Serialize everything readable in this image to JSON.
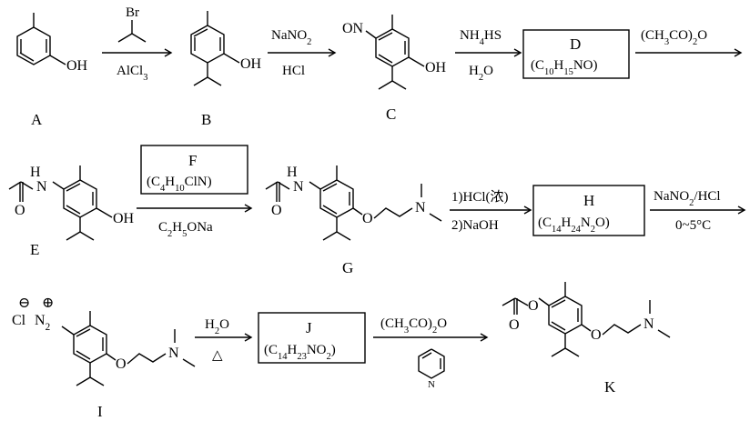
{
  "compounds": {
    "A": {
      "label": "A",
      "groups": [
        "OH"
      ]
    },
    "B": {
      "label": "B",
      "groups": [
        "OH"
      ]
    },
    "C": {
      "label": "C",
      "groups": [
        "ON",
        "OH"
      ]
    },
    "D": {
      "label": "D",
      "formula": "(C10H15NO)"
    },
    "E": {
      "label": "E",
      "groups": [
        "H",
        "N",
        "O",
        "OH"
      ]
    },
    "F": {
      "label": "F",
      "formula": "(C4H10ClN)"
    },
    "G": {
      "label": "G",
      "groups": [
        "H",
        "N",
        "O",
        "O",
        "N"
      ]
    },
    "H": {
      "label": "H",
      "formula": "(C14H24N2O)"
    },
    "I": {
      "label": "I",
      "groups": [
        "Cl",
        "N2",
        "O",
        "N"
      ]
    },
    "J": {
      "label": "J",
      "formula": "(C14H23NO2)"
    },
    "K": {
      "label": "K",
      "groups": [
        "O",
        "O",
        "O",
        "N"
      ]
    }
  },
  "charges": {
    "minus": "⊖",
    "plus": "⊕"
  },
  "reagents": {
    "step1_above": "Br",
    "step1_below": "AlCl3",
    "step2_above": "NaNO2",
    "step2_below": "HCl",
    "step3_above": "NH4HS",
    "step3_below": "H2O",
    "step4_above": "(CH3CO)2O",
    "step5_below": "C2H5ONa",
    "step6_line1": "1)HCl(浓)",
    "step6_line2": "2)NaOH",
    "step7_above": "NaNO2/HCl",
    "step7_below": "0~5°C",
    "step8_above": "H2O",
    "step8_below": "△",
    "step9_above": "(CH3CO)2O",
    "step9_below_atom": "N"
  }
}
